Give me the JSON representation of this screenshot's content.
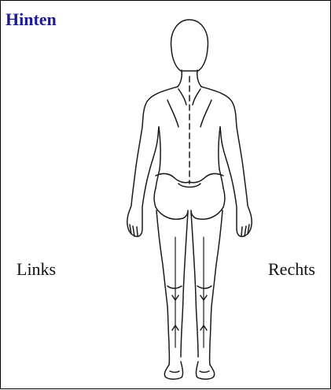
{
  "diagram": {
    "title": "Hinten",
    "left_label": "Links",
    "right_label": "Rechts",
    "figure_icon": "human-body-back-view",
    "colors": {
      "title": "#1b1b96",
      "text": "#111111",
      "line": "#1a1a1a",
      "border": "#000000",
      "background": "#ffffff"
    }
  }
}
